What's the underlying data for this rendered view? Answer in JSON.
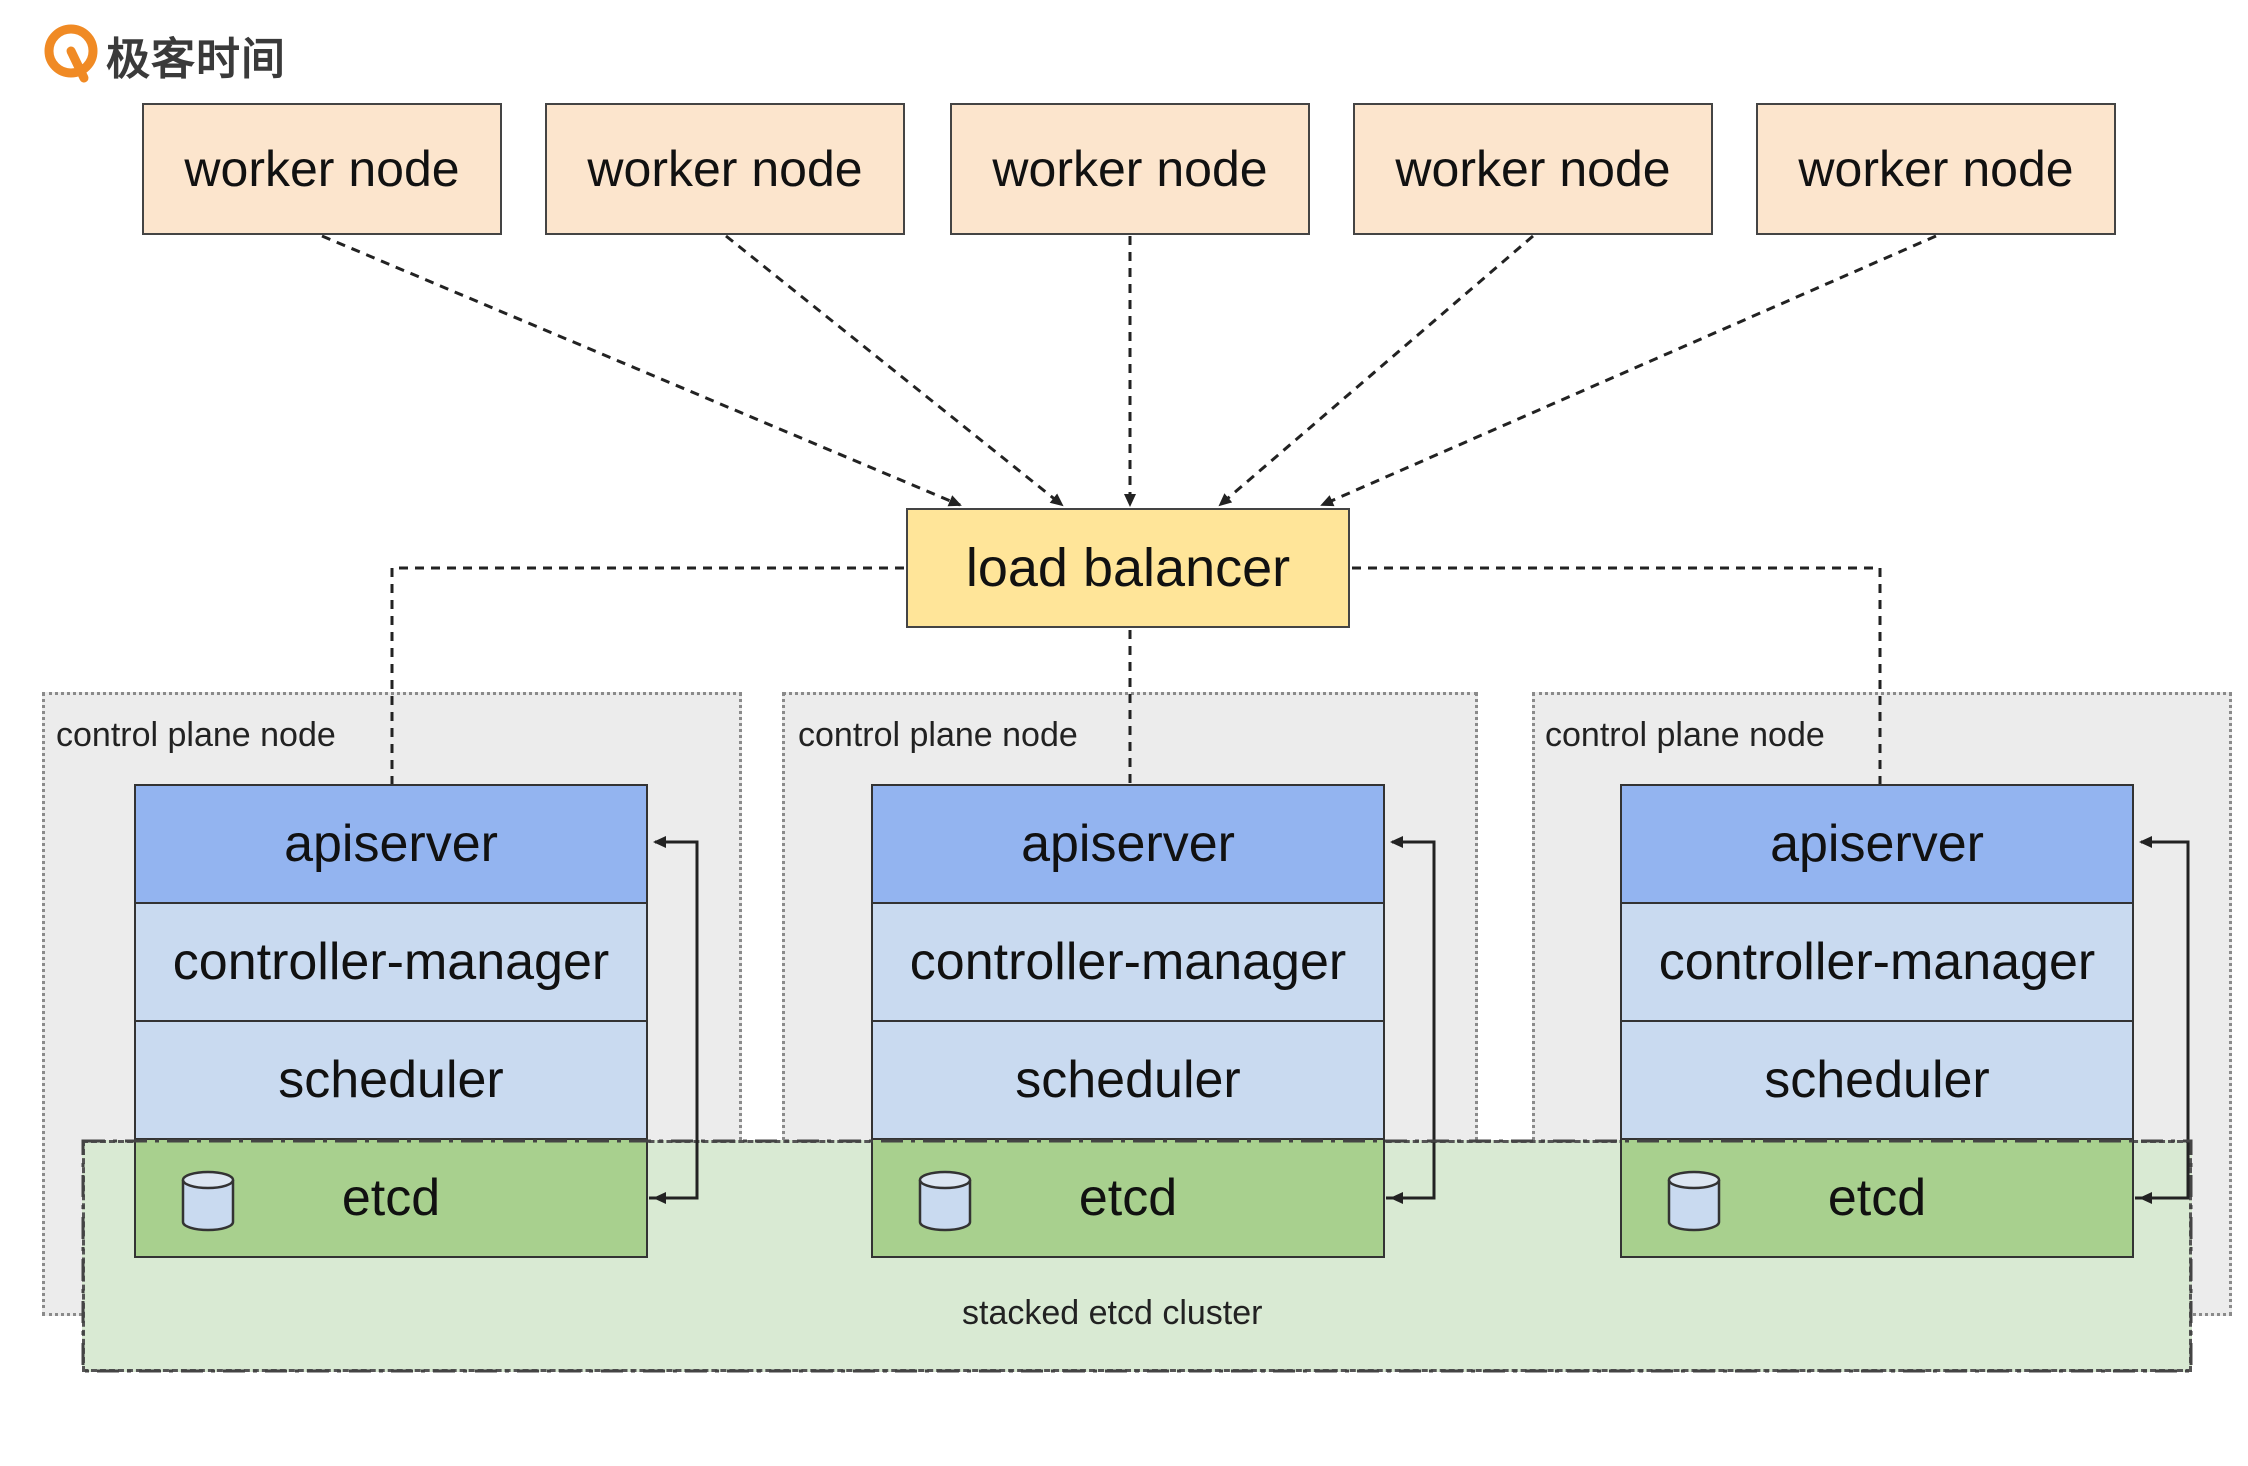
{
  "logo": {
    "icon": "geektime-logo-icon",
    "text": "极客时间"
  },
  "workers": [
    "worker node",
    "worker node",
    "worker node",
    "worker node",
    "worker node"
  ],
  "load_balancer": "load balancer",
  "control_planes": [
    {
      "label": "control plane node",
      "apiserver": "apiserver",
      "controller_manager": "controller-manager",
      "scheduler": "scheduler",
      "etcd": "etcd"
    },
    {
      "label": "control plane node",
      "apiserver": "apiserver",
      "controller_manager": "controller-manager",
      "scheduler": "scheduler",
      "etcd": "etcd"
    },
    {
      "label": "control plane node",
      "apiserver": "apiserver",
      "controller_manager": "controller-manager",
      "scheduler": "scheduler",
      "etcd": "etcd"
    }
  ],
  "etcd_cluster_label": "stacked etcd cluster",
  "colors": {
    "worker": "#fce5cd",
    "load_balancer": "#ffe599",
    "apiserver": "#93b4f0",
    "controller_scheduler": "#c9daf0",
    "etcd": "#a8d08e",
    "etcd_cluster": "#d9ead3",
    "control_plane": "#ececec"
  }
}
